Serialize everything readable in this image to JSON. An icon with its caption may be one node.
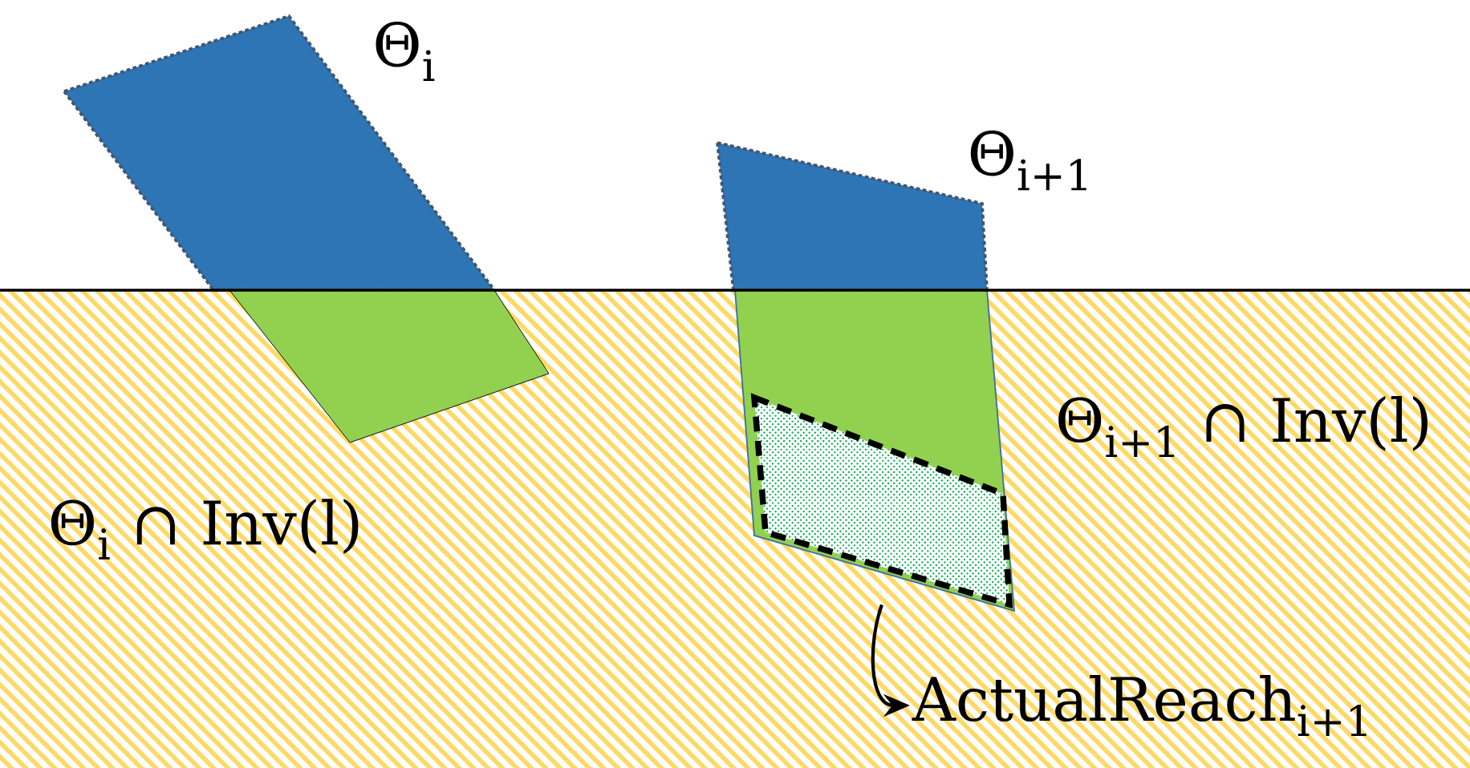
{
  "diagram": {
    "nodes": [
      {
        "text": [],
        "shape": "box"
      },
      {
        "text": [
          "ActualReach$_{i+1}$"
        ]
      }
    ],
    "edges": [
      {
        "from": 0,
        "to": 1,
        "arrow": "to"
      }
    ],
    "labels": [
      "Θ$_{i}$",
      "Θ$_{i+1}$",
      "Θ$_{i+1}$ ∩ Inv(l)",
      "Θ$_{i}$ ∩ Inv(l)"
    ]
  }
}
